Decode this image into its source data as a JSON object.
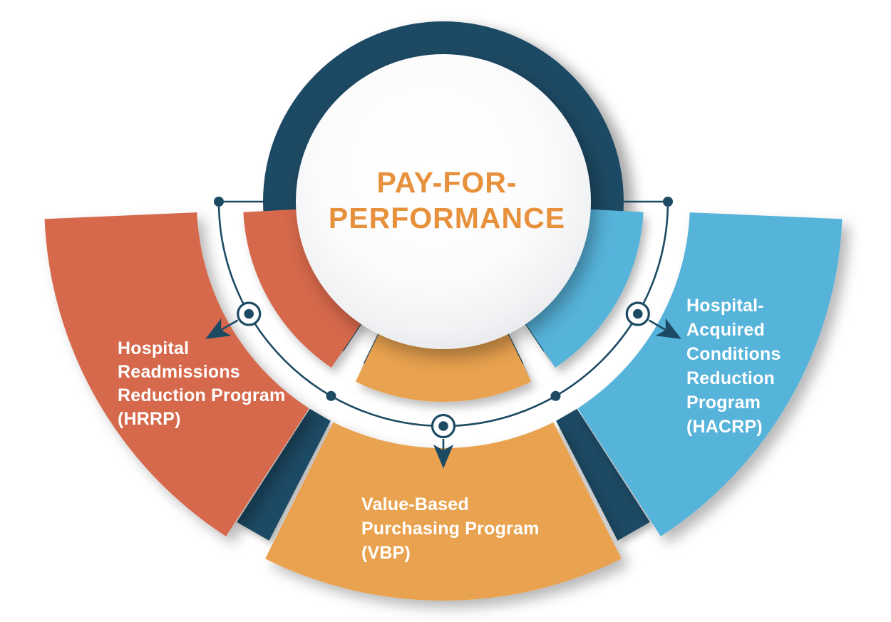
{
  "title": {
    "line1": "PAY-FOR-",
    "line2": "PERFORMANCE"
  },
  "colors": {
    "navy": "#1C4A63",
    "title_orange": "#E8913C",
    "label_text": "#FFFFFF",
    "background": "#FFFFFF"
  },
  "segments": [
    {
      "id": "hrrp",
      "color": "#D6674B",
      "label_lines": [
        "Hospital",
        "Readmissions",
        "Reduction Program",
        "(HRRP)"
      ]
    },
    {
      "id": "vbp",
      "color": "#E9A24F",
      "label_lines": [
        "Value-Based",
        "Purchasing Program",
        "(VBP)"
      ]
    },
    {
      "id": "hacrp",
      "color": "#56B3DA",
      "label_lines": [
        "Hospital-",
        "Acquired",
        "Conditions",
        "Reduction",
        "Program",
        "(HACRP)"
      ]
    }
  ]
}
